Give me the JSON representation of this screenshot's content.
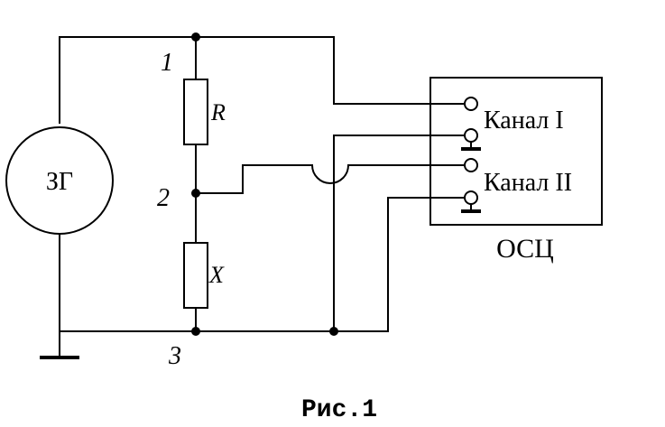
{
  "generator": {
    "label": "ЗГ"
  },
  "resistor_r": {
    "label": "R"
  },
  "resistor_x": {
    "label": "X"
  },
  "nodes": {
    "n1": "1",
    "n2": "2",
    "n3": "3"
  },
  "oscilloscope": {
    "label": "ОСЦ",
    "channel_1": "Канал I",
    "channel_2": "Канал II"
  },
  "caption": "Рис.1"
}
